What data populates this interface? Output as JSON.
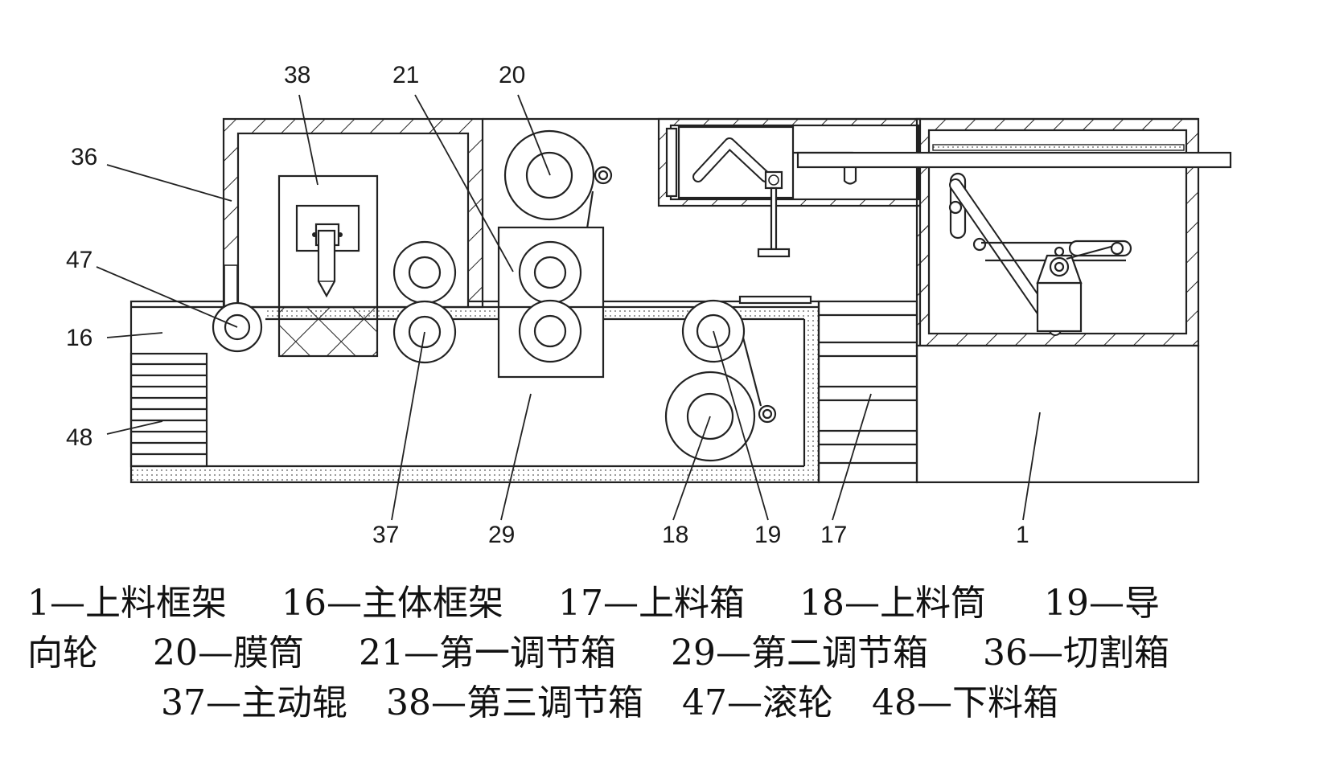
{
  "figure": {
    "callouts": [
      {
        "id": "38",
        "text": "38"
      },
      {
        "id": "21",
        "text": "21"
      },
      {
        "id": "20",
        "text": "20"
      },
      {
        "id": "36",
        "text": "36"
      },
      {
        "id": "47",
        "text": "47"
      },
      {
        "id": "16",
        "text": "16"
      },
      {
        "id": "48",
        "text": "48"
      },
      {
        "id": "37",
        "text": "37"
      },
      {
        "id": "29",
        "text": "29"
      },
      {
        "id": "18",
        "text": "18"
      },
      {
        "id": "19",
        "text": "19"
      },
      {
        "id": "17",
        "text": "17"
      },
      {
        "id": "1",
        "text": "1"
      }
    ]
  },
  "legend": {
    "row1": [
      "1—上料框架",
      "16—主体框架",
      "17—上料箱",
      "18—上料筒",
      "19—导"
    ],
    "row2": [
      "向轮",
      "20—膜筒",
      "21—第一调节箱",
      "29—第二调节箱",
      "36—切割箱"
    ],
    "row3": [
      "37—主动辊",
      "38—第三调节箱",
      "47—滚轮",
      "48—下料箱"
    ]
  },
  "colors": {
    "line": "#222222",
    "background": "#ffffff"
  }
}
